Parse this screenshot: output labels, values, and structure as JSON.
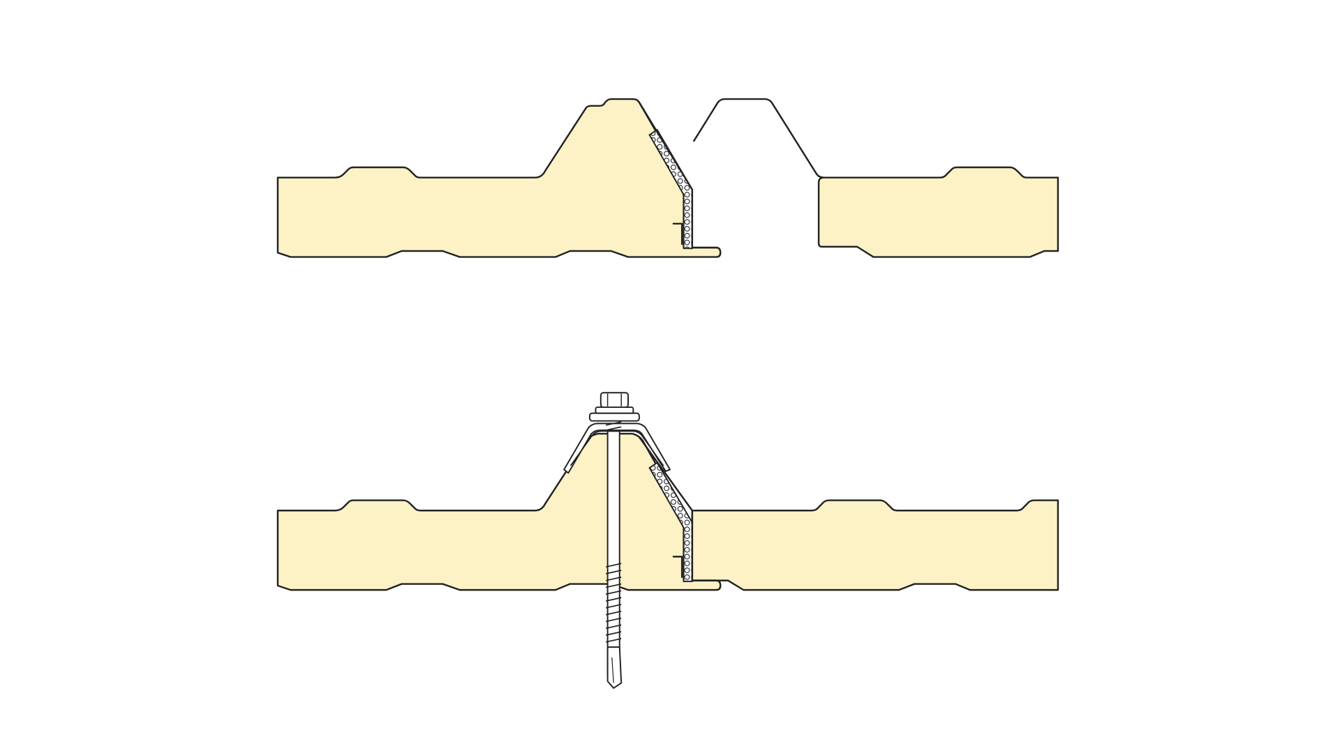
{
  "diagram": {
    "subject": "sandwich-panel-joint",
    "views": [
      "panels-separated",
      "panels-joined-with-screw-fastener"
    ],
    "colors": {
      "foam_core": "#fdf2c6",
      "outline": "#222222",
      "background": "#ffffff"
    }
  }
}
